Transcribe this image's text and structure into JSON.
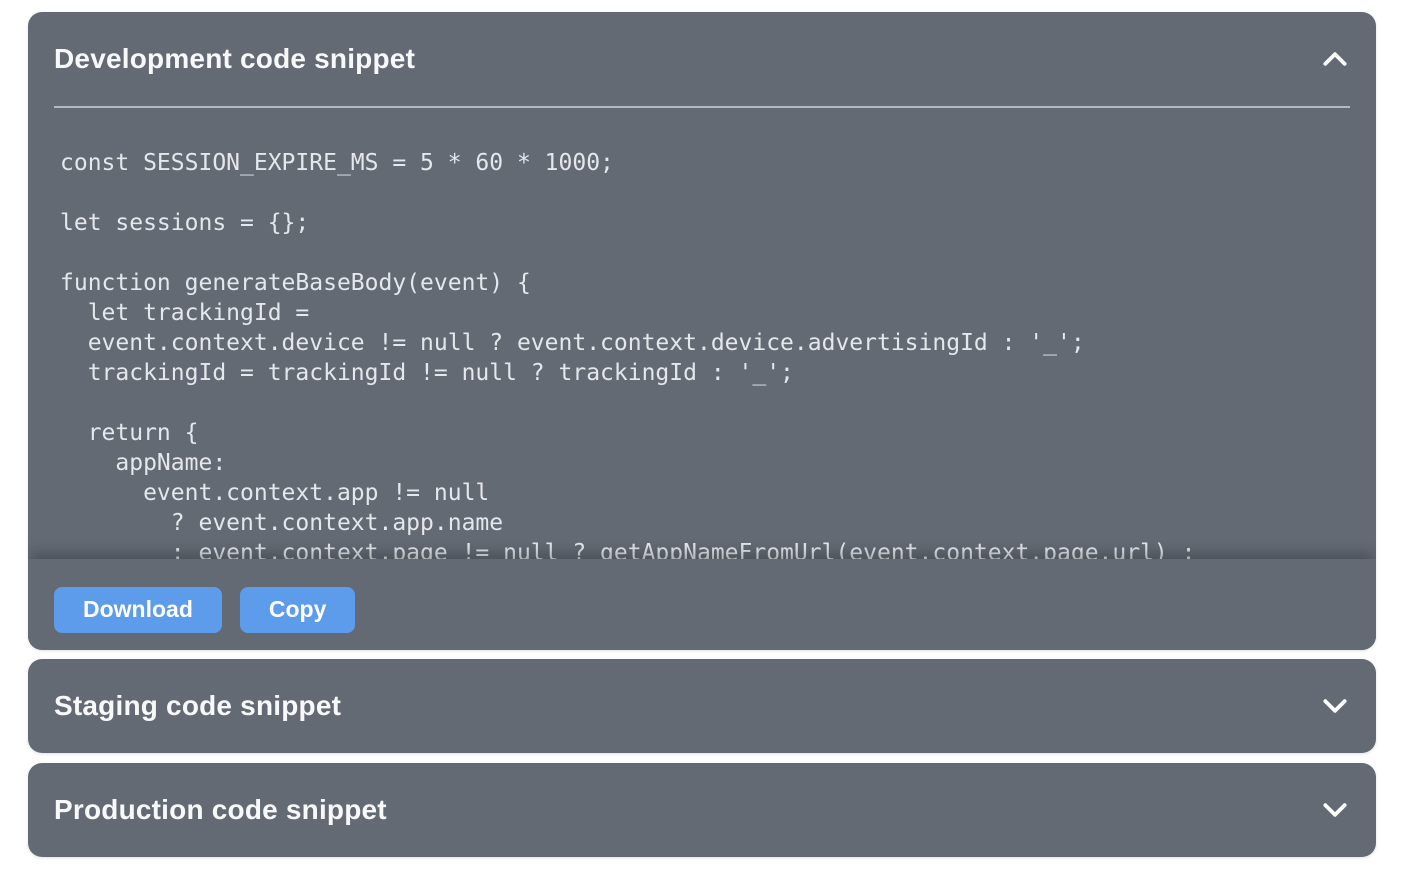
{
  "colors": {
    "page-bg": "#ffffff",
    "panel-bg": "#646a74",
    "accent-blue": "#5d9beb",
    "title-text": "#f7f8fa",
    "code-text": "#e4e7eb",
    "divider": "#b3b9c2"
  },
  "accordion": {
    "panels": [
      {
        "title": "Development code snippet",
        "state": "expanded",
        "chevron_icon": "chevron-up",
        "code": "const SESSION_EXPIRE_MS = 5 * 60 * 1000;\n\nlet sessions = {};\n\nfunction generateBaseBody(event) {\n  let trackingId =\n  event.context.device != null ? event.context.device.advertisingId : '_';\n  trackingId = trackingId != null ? trackingId : '_';\n\n  return {\n    appName:\n      event.context.app != null\n        ? event.context.app.name\n        : event.context.page != null ? getAppNameFromUrl(event.context.page.url) :",
        "actions": {
          "download": "Download",
          "copy": "Copy"
        }
      },
      {
        "title": "Staging code snippet",
        "state": "collapsed",
        "chevron_icon": "chevron-down"
      },
      {
        "title": "Production code snippet",
        "state": "collapsed",
        "chevron_icon": "chevron-down"
      }
    ]
  }
}
